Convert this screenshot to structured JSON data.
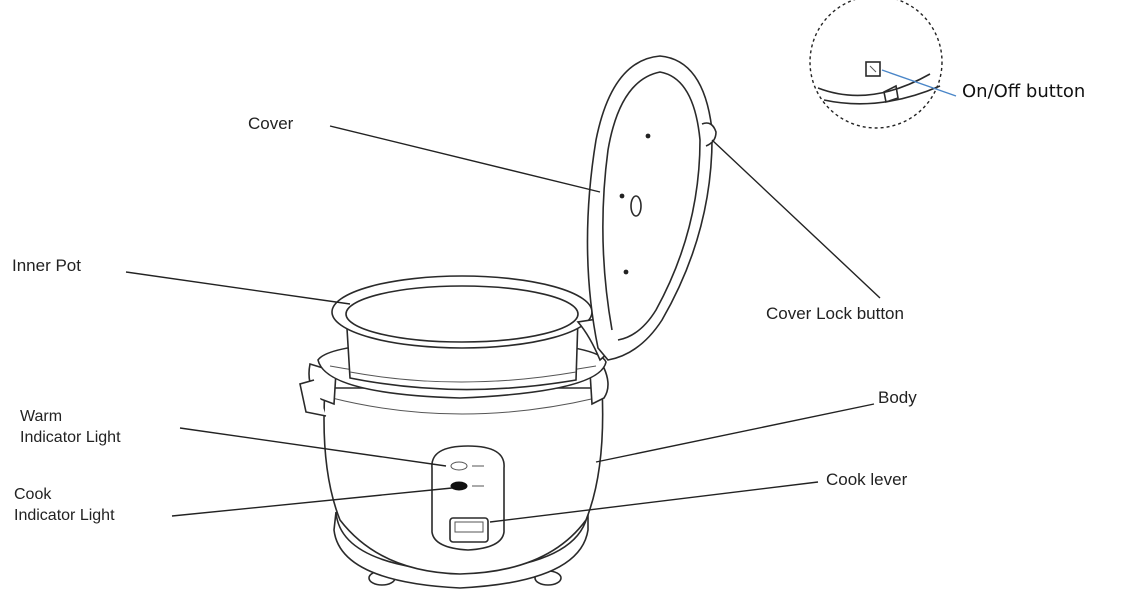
{
  "diagram": {
    "labels": {
      "cover": "Cover",
      "inner_pot": "Inner Pot",
      "warm_line1": "Warm",
      "warm_line2": "Indicator Light",
      "cook_line1": "Cook",
      "cook_line2": "Indicator Light",
      "cover_lock": "Cover Lock button",
      "body": "Body",
      "cook_lever": "Cook lever",
      "on_off": "On/Off button"
    },
    "colors": {
      "line": "#222222",
      "on_off_leader": "#4a86c8"
    }
  }
}
